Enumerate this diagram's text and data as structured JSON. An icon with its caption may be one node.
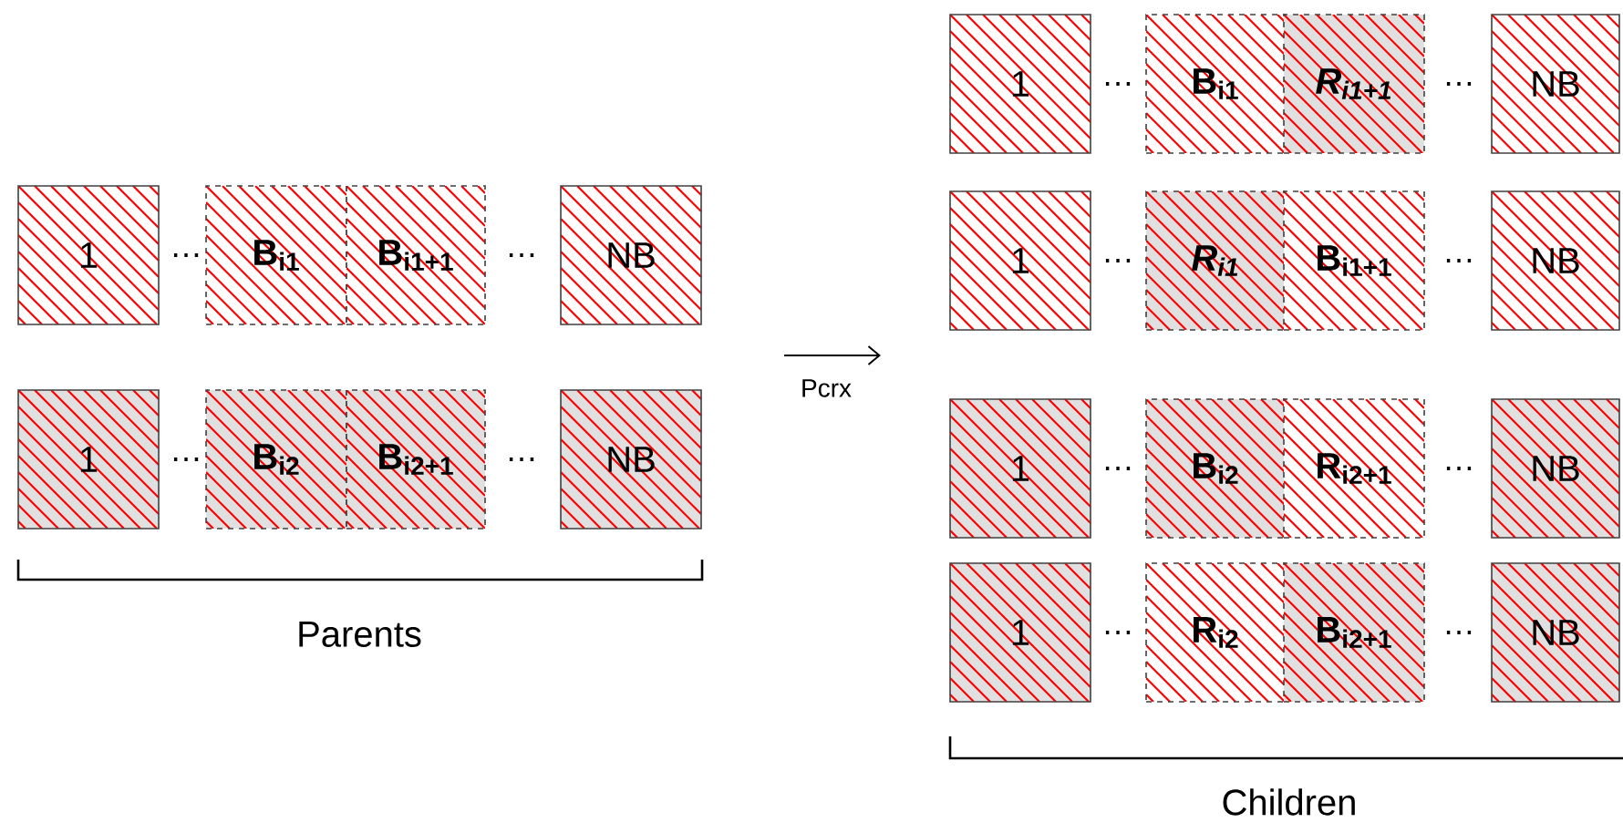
{
  "diagram": {
    "nodes": [
      {
        "text": [
          "1"
        ]
      },
      {
        "text": [
          "B$_{i1}$"
        ]
      },
      {
        "text": [
          "B$_{i1+1}$"
        ]
      },
      {
        "text": [
          "NB"
        ]
      },
      {
        "text": [
          "1"
        ]
      },
      {
        "text": [
          "B$_{i2}$"
        ]
      },
      {
        "text": [
          "B$_{i2+1}$"
        ]
      },
      {
        "text": [
          "NB"
        ]
      },
      {
        "text": [
          "1"
        ]
      },
      {
        "text": [
          "B$_{i1}$"
        ]
      },
      {
        "text": [
          "R$_{i1+1}$"
        ]
      },
      {
        "text": [
          "NB"
        ]
      },
      {
        "text": [
          "1"
        ]
      },
      {
        "text": [
          "R$_{i1}$"
        ]
      },
      {
        "text": [
          "B$_{i1+1}$"
        ]
      },
      {
        "text": [
          "NB"
        ]
      },
      {
        "text": [
          "1"
        ]
      },
      {
        "text": [
          "B$_{i2}$"
        ]
      },
      {
        "text": [
          "R$_{i2+1}$"
        ]
      },
      {
        "text": [
          "NB"
        ]
      },
      {
        "text": [
          "1"
        ]
      },
      {
        "text": [
          "R$_{i2}$"
        ]
      },
      {
        "text": [
          "B$_{i2+1}$"
        ]
      },
      {
        "text": [
          "NB"
        ]
      }
    ],
    "labels": [
      "…",
      "…",
      "…",
      "…",
      "Parents",
      "Pcrx",
      "…",
      "…",
      "…",
      "…",
      "…",
      "…",
      "…",
      "…",
      "Children"
    ]
  }
}
